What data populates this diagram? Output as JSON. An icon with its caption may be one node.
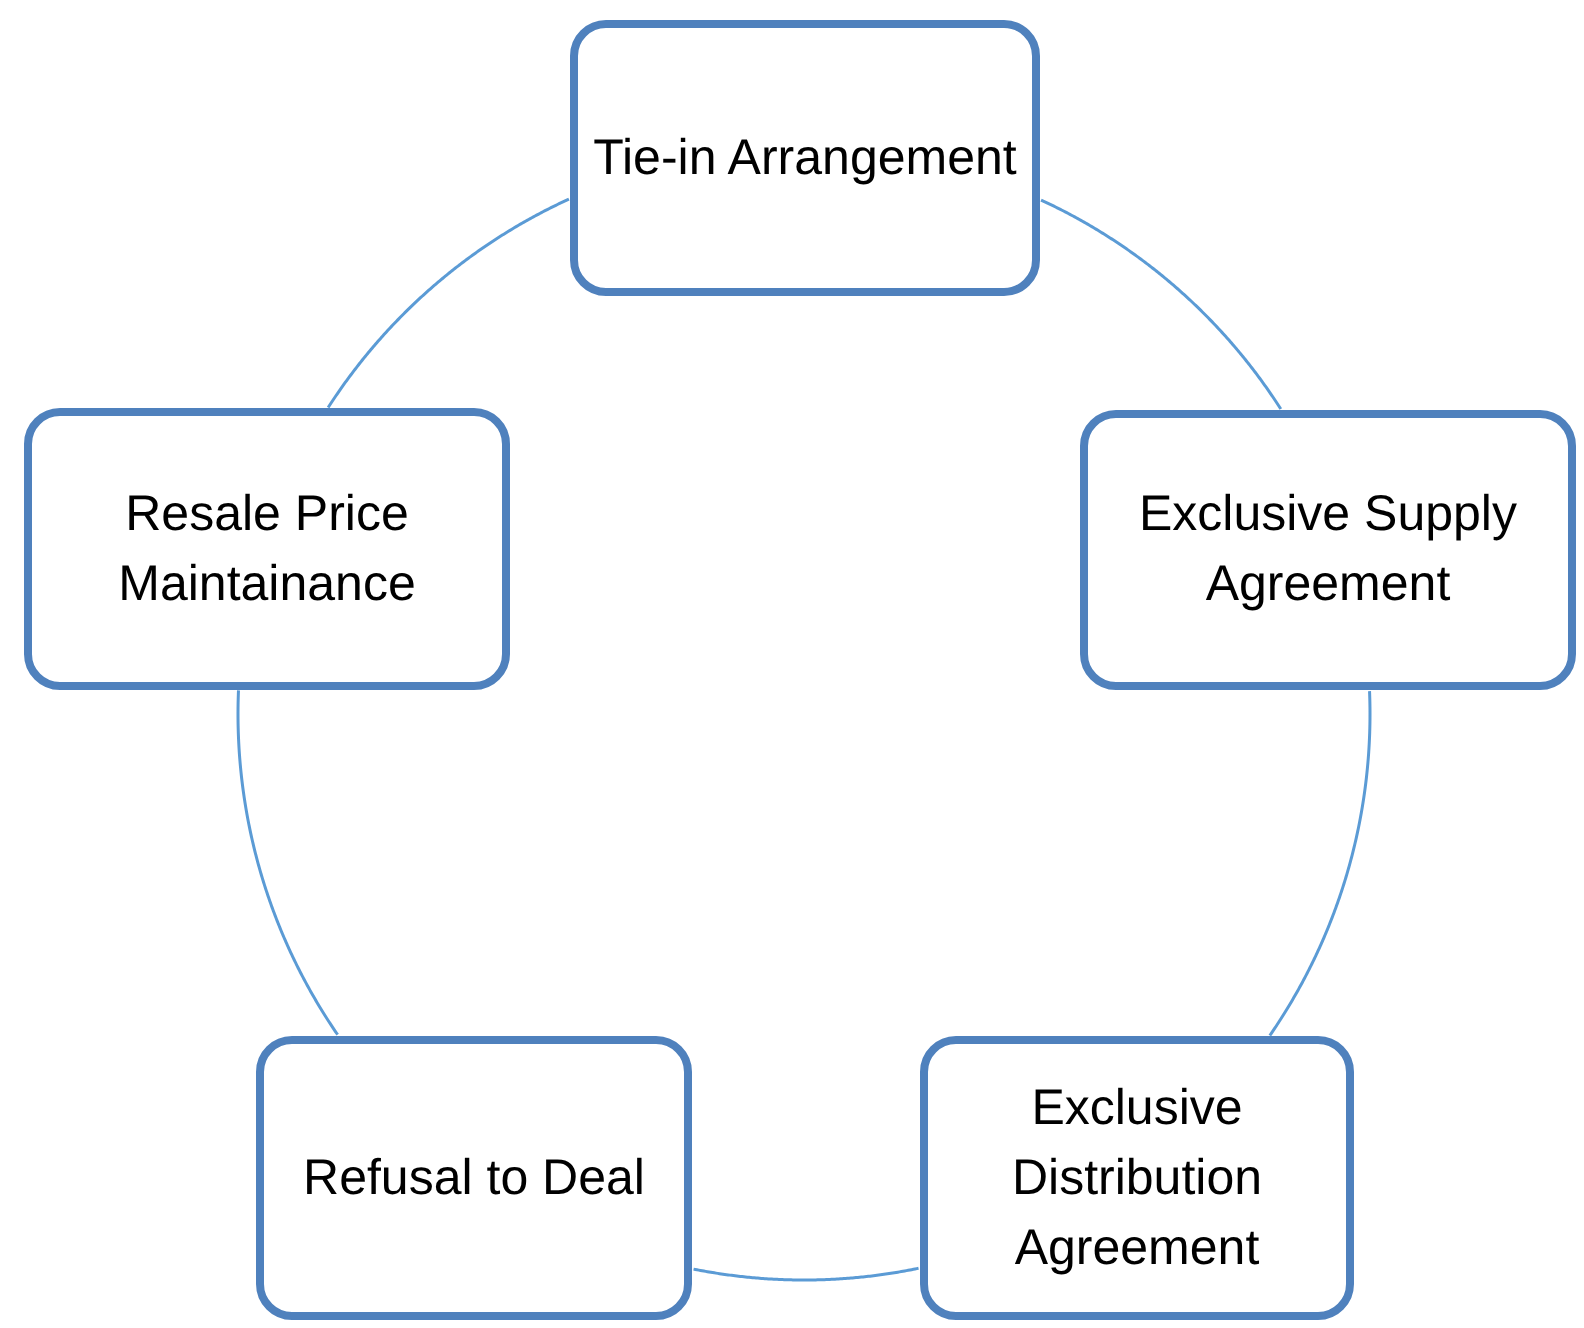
{
  "diagram": {
    "nodes": [
      {
        "text": [
          "Tie-in Arrangement"
        ]
      },
      {
        "text": [
          "Exclusive Supply Agreement"
        ]
      },
      {
        "text": [
          "Exclusive Distribution Agreement"
        ]
      },
      {
        "text": [
          "Refusal to Deal"
        ]
      },
      {
        "text": [
          "Resale Price Maintainance"
        ]
      }
    ],
    "edges": [
      {
        "from": 0,
        "to": 1,
        "arrow": "none"
      },
      {
        "from": 1,
        "to": 2,
        "arrow": "none"
      },
      {
        "from": 2,
        "to": 3,
        "arrow": "none"
      },
      {
        "from": 3,
        "to": 4,
        "arrow": "none"
      },
      {
        "from": 4,
        "to": 0,
        "arrow": "none"
      }
    ]
  }
}
